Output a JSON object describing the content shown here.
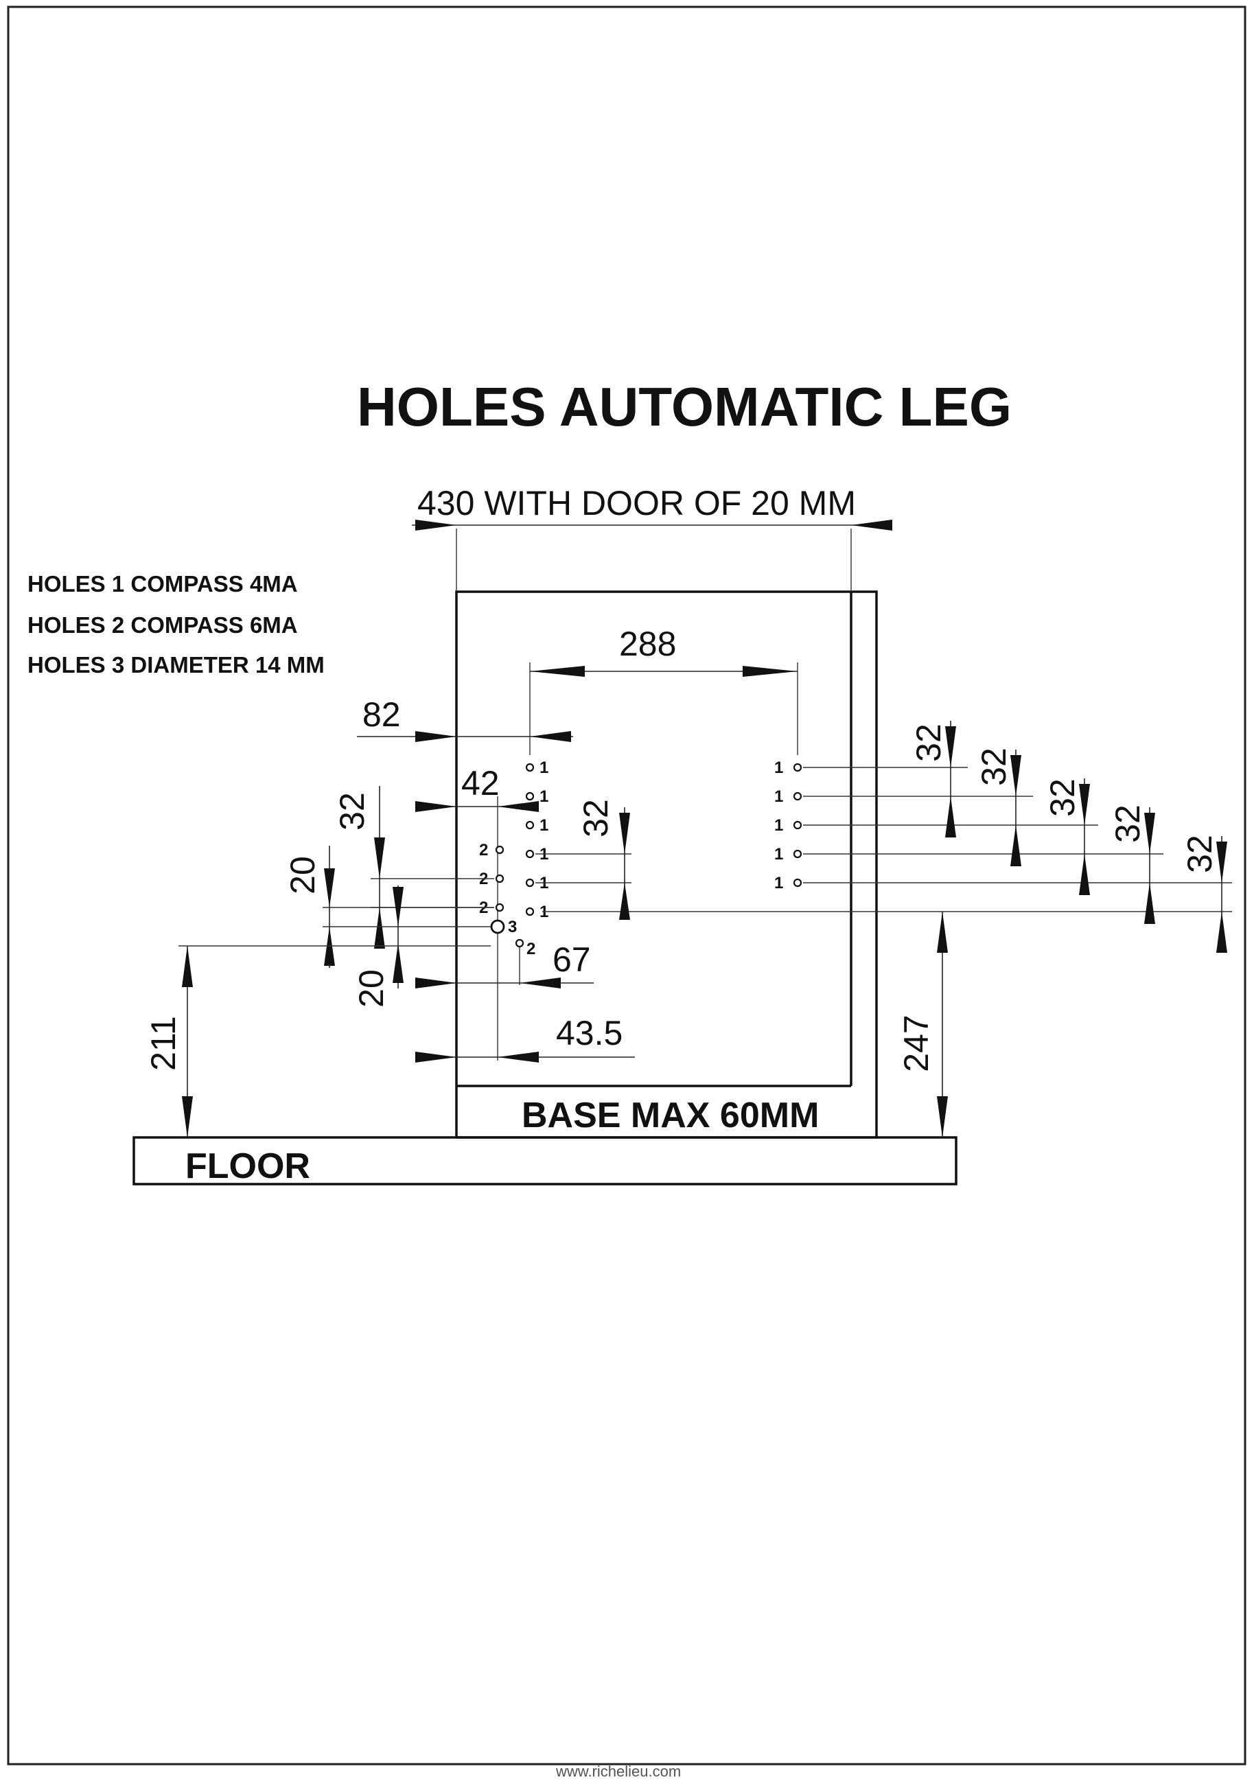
{
  "title": "HOLES AUTOMATIC LEG",
  "legend": [
    "HOLES 1  COMPASS 4MA",
    "HOLES 2  COMPASS 6MA",
    "HOLES 3 DIAMETER 14 MM"
  ],
  "dimensions": {
    "overall_width": "430 WITH DOOR OF 20 MM",
    "hole_spacing_horizontal": "288",
    "front_offset": "82",
    "holes2_offset": "42",
    "hole3_offset": "43.5",
    "holes2_lower_offset": "67",
    "left_vertical_32": "32",
    "left_vertical_20_top": "20",
    "left_vertical_20_bottom": "20",
    "center_vertical_32": "32",
    "floor_to_hole3": "211",
    "floor_to_holes1": "247",
    "right_vertical_32": [
      "32",
      "32",
      "32",
      "32",
      "32"
    ]
  },
  "labels": {
    "base": "BASE MAX 60MM",
    "floor": "FLOOR"
  },
  "hole_numbers": {
    "one": "1",
    "two": "2",
    "three": "3"
  },
  "footer": "www.richelieu.com"
}
